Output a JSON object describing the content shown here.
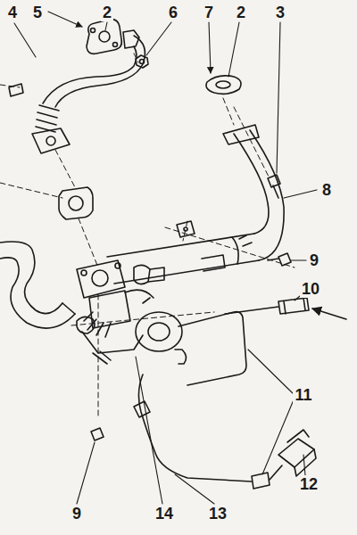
{
  "diagram": {
    "labels": [
      "4",
      "5",
      "2",
      "6",
      "7",
      "2",
      "3",
      "8",
      "9",
      "10",
      "11",
      "12",
      "9",
      "14",
      "13"
    ]
  }
}
